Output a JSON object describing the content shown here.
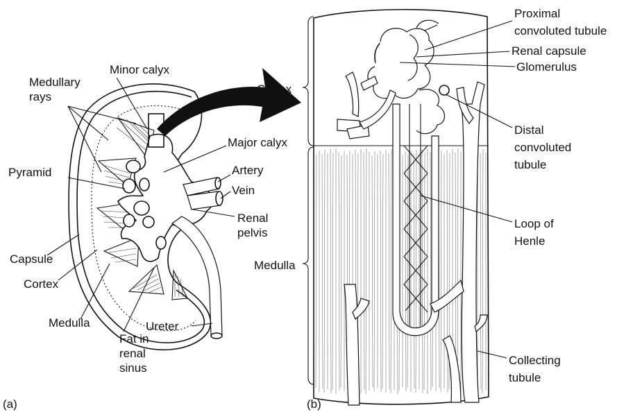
{
  "panel_a": {
    "caption": "(a)",
    "labels": {
      "minor_calyx": "Minor calyx",
      "medullary_rays_1": "Medullary",
      "medullary_rays_2": "rays",
      "major_calyx": "Major calyx",
      "artery": "Artery",
      "vein": "Vein",
      "pyramid": "Pyramid",
      "renal_pelvis_1": "Renal",
      "renal_pelvis_2": "pelvis",
      "capsule": "Capsule",
      "cortex": "Cortex",
      "medulla": "Medulla",
      "fat_1": "Fat in",
      "fat_2": "renal",
      "fat_3": "sinus",
      "ureter": "Ureter"
    }
  },
  "panel_b": {
    "caption": "(b)",
    "labels": {
      "cortex": "Cortex",
      "medulla": "Medulla",
      "proximal_1": "Proximal",
      "proximal_2": "convoluted tubule",
      "renal_capsule": "Renal capsule",
      "glomerulus": "Glomerulus",
      "distal_1": "Distal",
      "distal_2": "convoluted",
      "distal_3": "tubule",
      "loop_1": "Loop of",
      "loop_2": "Henle",
      "collecting_1": "Collecting",
      "collecting_2": "tubule"
    }
  }
}
